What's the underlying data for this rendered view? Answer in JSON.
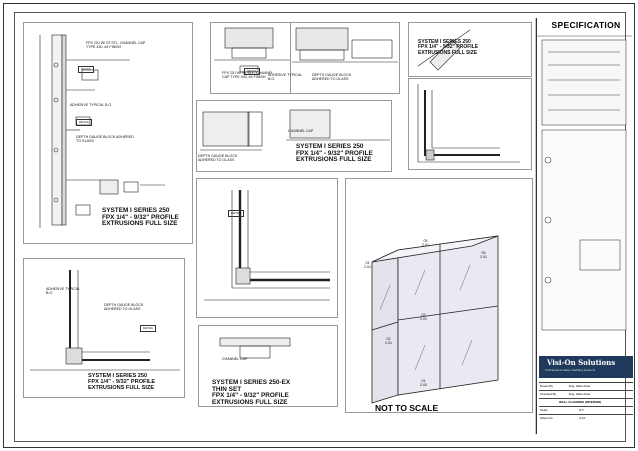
{
  "spec_title": "SPECIFICATION",
  "not_to_scale": "NOT TO SCALE",
  "captions": {
    "sys1_a": "SYSTEM I  SERIES 250",
    "sys1_b": "FPX 1/4\" - 9/32\" PROFILE",
    "sys1_c": "EXTRUSIONS FULL SIZE",
    "sys2_a": "SYSTEM I  SERIES 250",
    "sys2_b": "FPX 1/4\" - 9/32\" PROFILE",
    "sys2_c": "EXTRUSIONS FULL SIZE",
    "sys3_a": "SYSTEM I  SERIES 250",
    "sys3_b": "FPX 1/4\" - 9/32\" PROFILE",
    "sys3_c": "EXTRUSIONS FULL SIZE",
    "sys4_a": "SYSTEM I  SERIES 250",
    "sys4_b": "FPX 1/4\" - 9/32\" PROFILE",
    "sys4_c": "EXTRUSIONS FULL SIZE",
    "sys5_a": "SYSTEM I  SERIES 250-EX",
    "sys5_b": "THIN SET",
    "sys5_c": "FPX 1/4\" - 9/32\" PROFILE",
    "sys5_d": "EXTRUSIONS FULL SIZE"
  },
  "notes": {
    "n1": "FPX 25J W/ ST.STL. CHANNEL CAP TYPE 430, #4 FINISH",
    "n2": "ADHESIVE TYPICAL B.O.",
    "n3": "DEPTH GAUGE BLOCK ADHERED TO GLASS",
    "n4": "FPX 25J W/ ST.STL. CHANNEL CAP TYPE 430, #4 FINISH",
    "n5": "ADHESIVE TYPICAL B.O.",
    "n6": "DEPTH GAUGE BLOCK ADHERED TO GLASS",
    "n7": "DEPTH GAUGE BLOCK ADHERED TO GLASS",
    "n8": "CHANNEL CAP",
    "n9": "ADHESIVE TYPICAL B.O.",
    "n10": "DEPTH GAUGE BLOCK ADHERED TO GLASS",
    "n11": "CHANNEL CAP"
  },
  "detail_tags": [
    "DETAIL",
    "DETAIL",
    "DETAIL",
    "DETAIL",
    "DETAIL"
  ],
  "panel_labels": {
    "p1": "04",
    "p1s": "2.01",
    "p2": "05",
    "p2s": "2.01",
    "p3": "02",
    "p3s": "2.01",
    "p4": "03",
    "p4s": "2.01",
    "p5": "01",
    "p5s": "2.00",
    "p6": "05",
    "p6s": "2.01"
  },
  "title_block": {
    "logo_name": "Visi-On Solutions",
    "logo_tag": "Architectural Glass Cladding Systems",
    "sheet_name": "WALL CLADDING (INTERIOR)",
    "row1": "Drawn By",
    "row2": "Checked By",
    "row3": "Scale",
    "row4": "Sheet No",
    "drawn": "Eng. Mark Arias",
    "checked": "Eng. Mark Arias",
    "scale": "N.T.",
    "sheet": "A-10"
  }
}
